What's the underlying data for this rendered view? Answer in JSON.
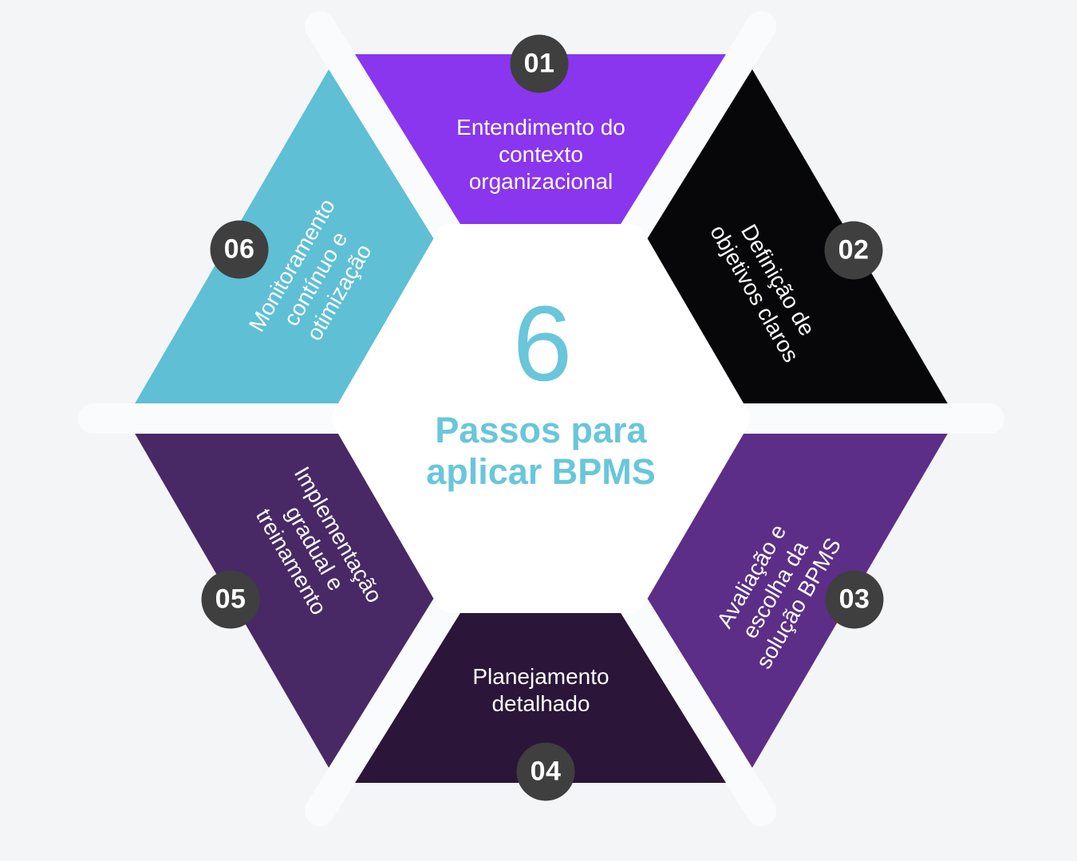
{
  "center": {
    "number": "6",
    "title": "Passos para\naplicar BPMS"
  },
  "segments": [
    {
      "badge": "01",
      "label": "Entendimento do\ncontexto\norganizacional",
      "color": "#8936EE"
    },
    {
      "badge": "02",
      "label": "Definição de\nobjetivos claros",
      "color": "#070608"
    },
    {
      "badge": "03",
      "label": "Avaliação e\nescolha da\nsolução BPMS",
      "color": "#5C2E87"
    },
    {
      "badge": "04",
      "label": "Planejamento\ndetalhado",
      "color": "#2B1539"
    },
    {
      "badge": "05",
      "label": "Implementação\ngradual e\ntreinamento",
      "color": "#482965"
    },
    {
      "badge": "06",
      "label": "Monitoramento\ncontínuo e\notimização",
      "color": "#5EBFD5"
    }
  ],
  "colors": {
    "background": "#F4F5F7",
    "badge_bg": "#3F3F3F",
    "badge_text": "#FFFFFF",
    "segment_text": "#FFFFFF",
    "accent": "#69C6DB",
    "center_bg": "#FFFFFF"
  }
}
